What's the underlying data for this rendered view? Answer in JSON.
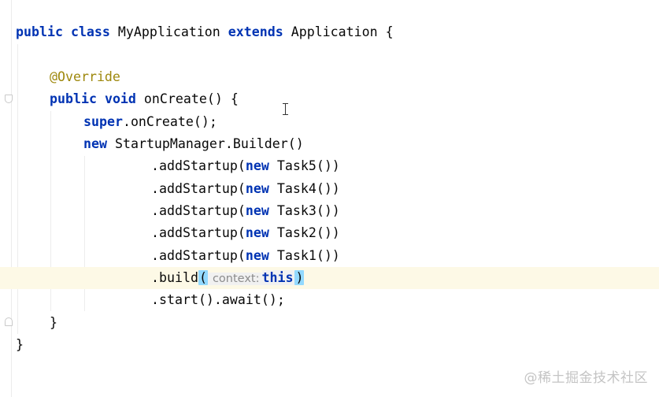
{
  "code": {
    "line1": {
      "public": "public",
      "class": "class",
      "name": "MyApplication",
      "extends": "extends",
      "parent": "Application",
      "brace": "{"
    },
    "line3": {
      "annotation": "@Override"
    },
    "line4": {
      "public": "public",
      "void": "void",
      "method": "onCreate",
      "rest": "() {"
    },
    "line5": {
      "super": "super",
      "rest": ".onCreate();"
    },
    "line6": {
      "new": "new",
      "rest": "StartupManager.Builder()"
    },
    "add_startup_calls": [
      {
        "prefix": ".addStartup(",
        "new": "new",
        "task": "Task5())"
      },
      {
        "prefix": ".addStartup(",
        "new": "new",
        "task": "Task4())"
      },
      {
        "prefix": ".addStartup(",
        "new": "new",
        "task": "Task3())"
      },
      {
        "prefix": ".addStartup(",
        "new": "new",
        "task": "Task2())"
      },
      {
        "prefix": ".addStartup(",
        "new": "new",
        "task": "Task1())"
      }
    ],
    "build_line": {
      "call": ".build",
      "open_paren": "(",
      "hint": "context:",
      "this": "this",
      "close_paren": ")"
    },
    "start_line": ".start().await();",
    "method_close": "}",
    "class_close": "}"
  },
  "watermark": "@稀土掘金技术社区",
  "colors": {
    "keyword": "#0033b3",
    "annotation": "#9e880d",
    "text": "#080808",
    "hint": "#8c8c8c",
    "paren_match": "#93d9ff",
    "current_line": "#fdf9e6"
  }
}
